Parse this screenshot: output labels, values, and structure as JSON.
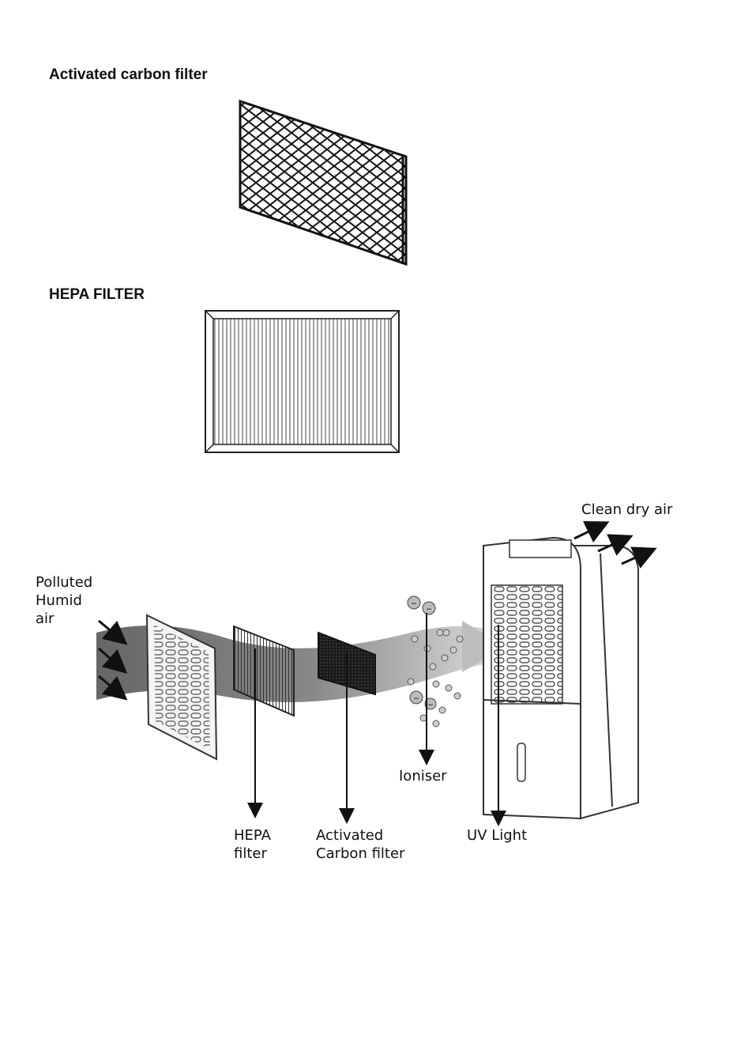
{
  "headings": {
    "carbon": "Activated carbon filter",
    "hepa": "HEPA FILTER"
  },
  "diagram": {
    "input_label": [
      "Polluted",
      "Humid",
      "air"
    ],
    "output_label": "Clean dry air",
    "hepa_label": [
      "HEPA",
      "filter"
    ],
    "carbon_label": [
      "Activated",
      "Carbon filter"
    ],
    "ioniser_label": "Ioniser",
    "uv_label": "UV Light",
    "ion_symbol": "−"
  }
}
